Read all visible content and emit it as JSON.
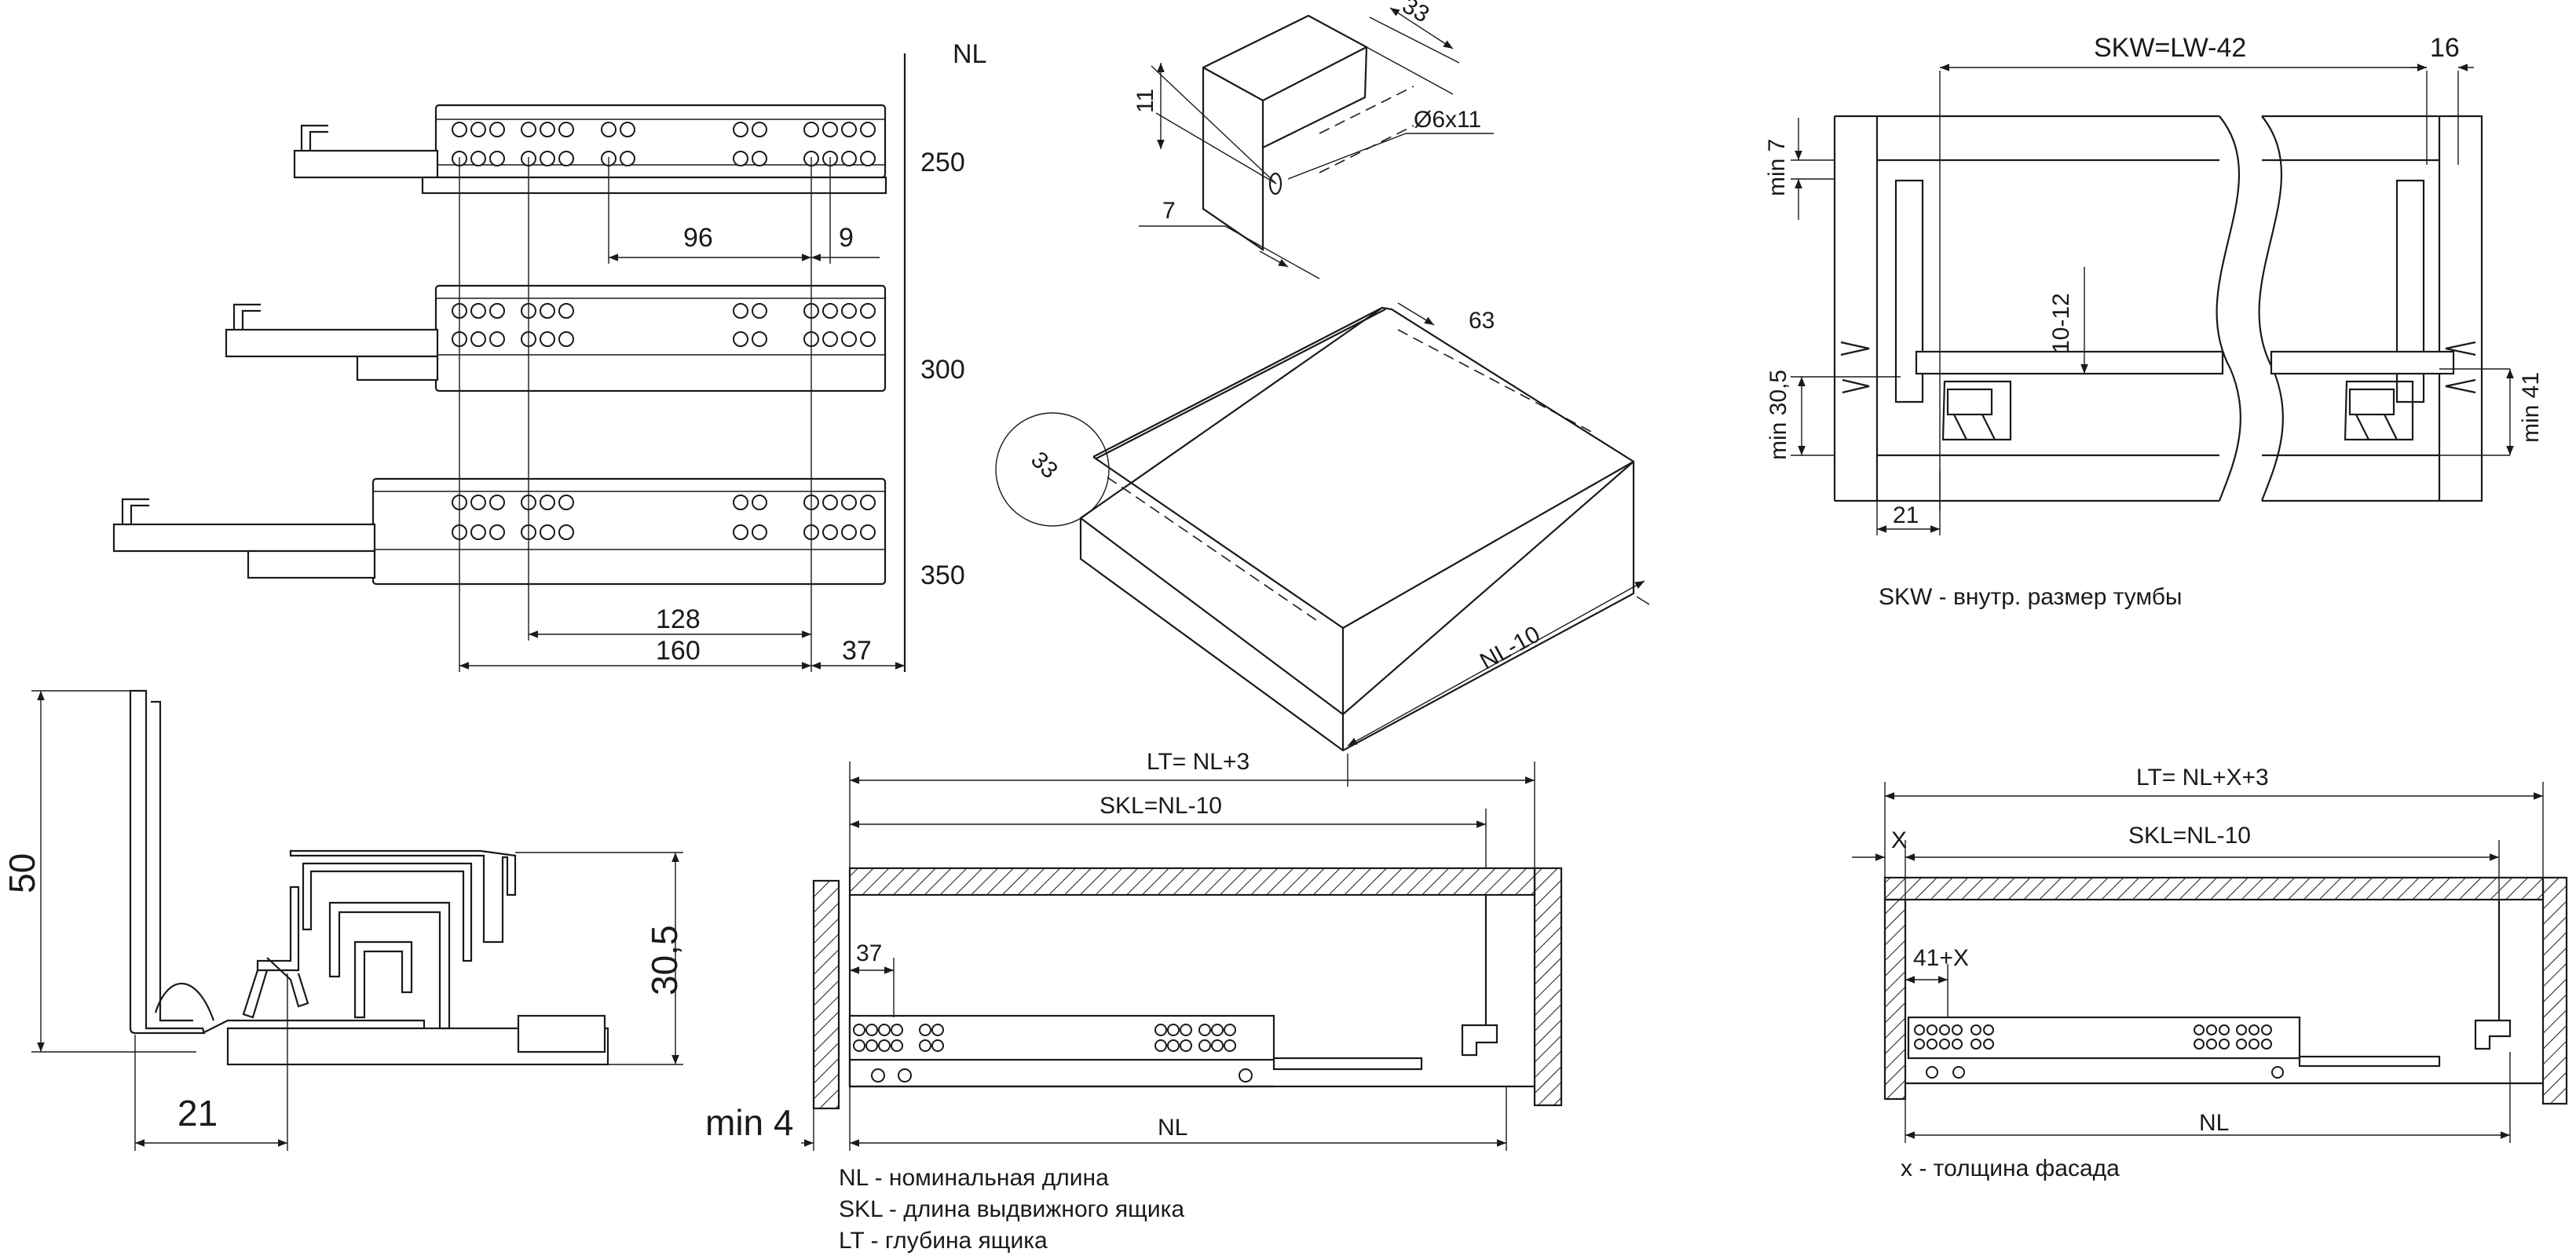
{
  "top_views": {
    "nl_header": "NL",
    "lengths": [
      "250",
      "300",
      "350"
    ],
    "dim_96": "96",
    "dim_9": "9",
    "dim_128": "128",
    "dim_160": "160",
    "dim_37": "37"
  },
  "corner_detail": {
    "dim_33": "33",
    "dim_11": "11",
    "dim_7": "7",
    "hole": "Ø6x11"
  },
  "drawer_iso": {
    "dim_63": "63",
    "dim_33": "33",
    "dim_nl": "NL-10"
  },
  "cabinet_section": {
    "dim_skw": "SKW=LW-42",
    "dim_16": "16",
    "dim_min7": "min 7",
    "dim_1012": "10-12",
    "dim_min305": "min 30,5",
    "dim_min41": "min 41",
    "dim_21": "21",
    "note": "SKW - внутр. размер тумбы"
  },
  "profile_section": {
    "dim_50": "50",
    "dim_305": "30,5",
    "dim_21": "21"
  },
  "side_inset": {
    "dim_lt": "LT= NL+3",
    "dim_skl": "SKL=NL-10",
    "dim_37": "37",
    "dim_min4": "min 4",
    "dim_nl": "NL",
    "legend": [
      "NL - номинальная длина",
      "SKL - длина выдвижного ящика",
      "LT - глубина ящика"
    ]
  },
  "side_overlay": {
    "dim_lt": "LT= NL+X+3",
    "dim_x": "X",
    "dim_skl": "SKL=NL-10",
    "dim_41x": "41+X",
    "dim_nl": "NL",
    "note": "x - толщина фасада"
  }
}
